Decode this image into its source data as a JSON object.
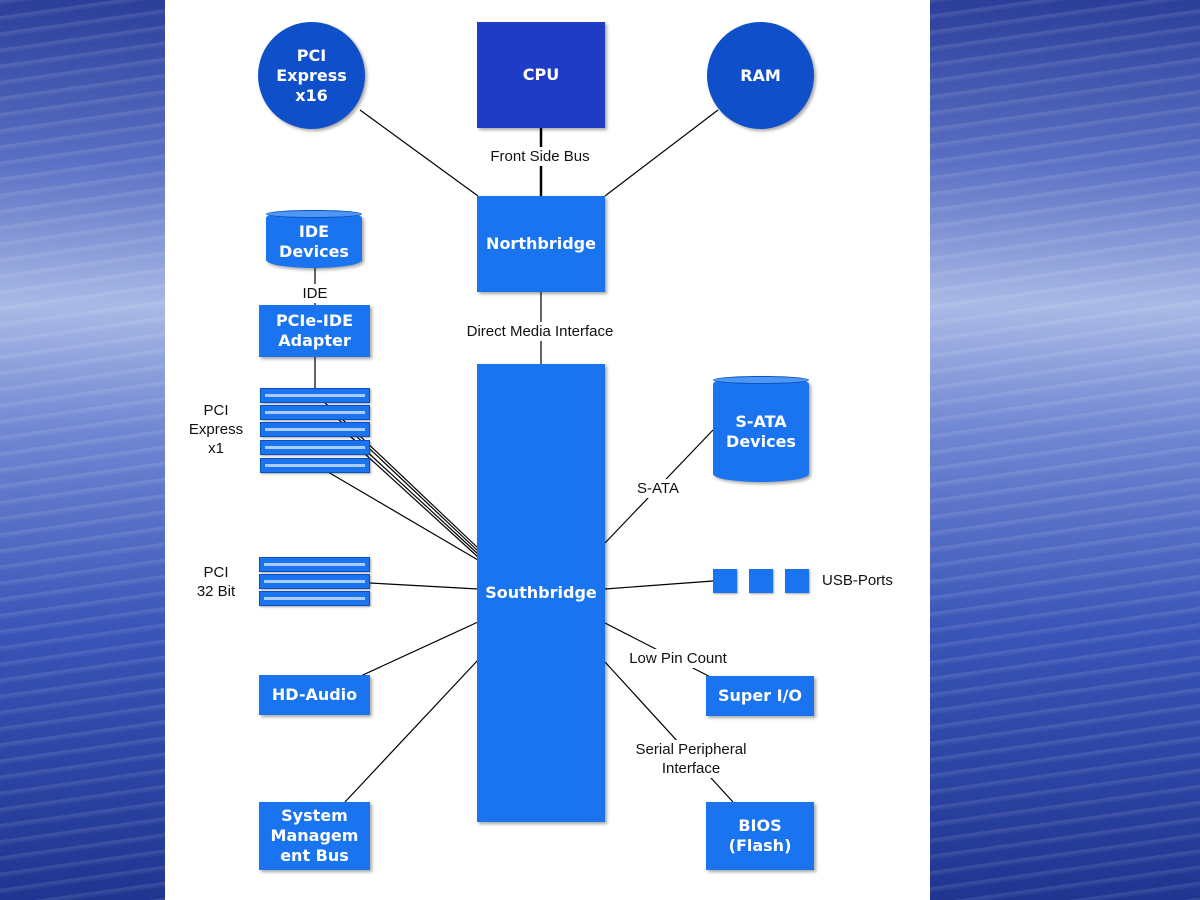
{
  "nodes": {
    "pcie_x16": "PCI\nExpress\nx16",
    "cpu": "CPU",
    "ram": "RAM",
    "northbridge": "Northbridge",
    "ide_devices": "IDE\nDevices",
    "pcie_ide_adapter": "PCIe-IDE\nAdapter",
    "southbridge": "Southbridge",
    "sata_devices": "S-ATA\nDevices",
    "hd_audio": "HD-Audio",
    "super_io": "Super I/O",
    "smbus": "System\nManagem\nent Bus",
    "bios": "BIOS\n(Flash)"
  },
  "labels": {
    "front_side_bus": "Front Side Bus",
    "ide": "IDE",
    "dmi": "Direct Media Interface",
    "pcie_x1": "PCI\nExpress\nx1",
    "sata": "S-ATA",
    "pci_32": "PCI\n32 Bit",
    "usb_ports": "USB-Ports",
    "lpc": "Low Pin Count",
    "spi": "Serial Peripheral\nInterface"
  },
  "colors": {
    "dark_box": "#1f3cc7",
    "bright_box": "#1a74f0",
    "circle": "#0f4fc9"
  }
}
